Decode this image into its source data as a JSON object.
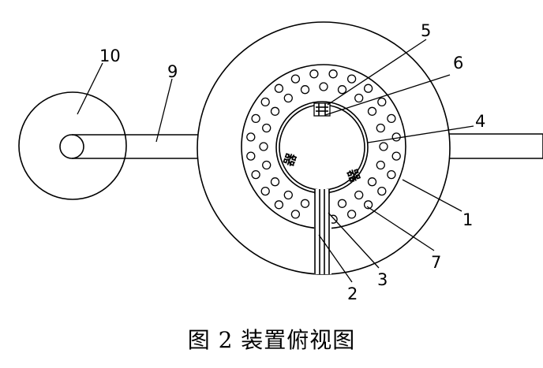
{
  "diagram": {
    "caption": "图 2  装置俯视图",
    "labels": {
      "l1": "1",
      "l2": "2",
      "l3": "3",
      "l4": "4",
      "l5": "5",
      "l6": "6",
      "l7": "7",
      "l9": "9",
      "l10": "10"
    },
    "sensor_glyph": "器"
  }
}
